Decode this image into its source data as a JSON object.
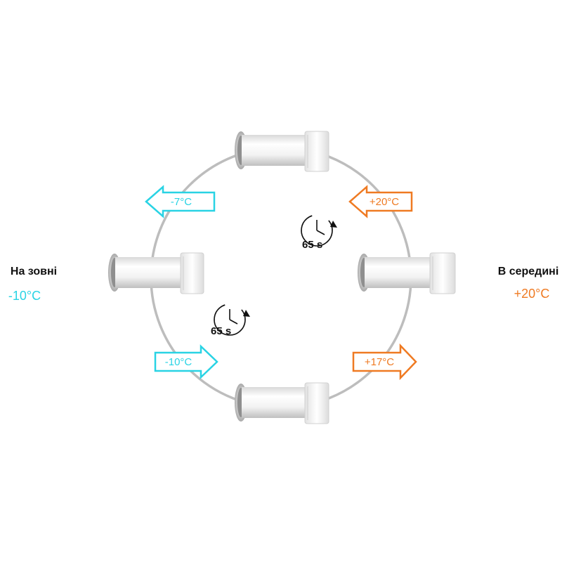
{
  "outside": {
    "title": "На зовні",
    "temp": "-10°C"
  },
  "inside": {
    "title": "В середині",
    "temp": "+20°C"
  },
  "flows": {
    "exhaust_out": "-7°C",
    "exhaust_in": "+20°C",
    "supply_in": "-10°C",
    "supply_out": "+17°C"
  },
  "timers": {
    "upper": "65 s",
    "lower": "65 s"
  },
  "colors": {
    "cold": "#29d3e4",
    "warm": "#ef7a22",
    "ring": "#bdbdbd",
    "text": "#111111"
  }
}
